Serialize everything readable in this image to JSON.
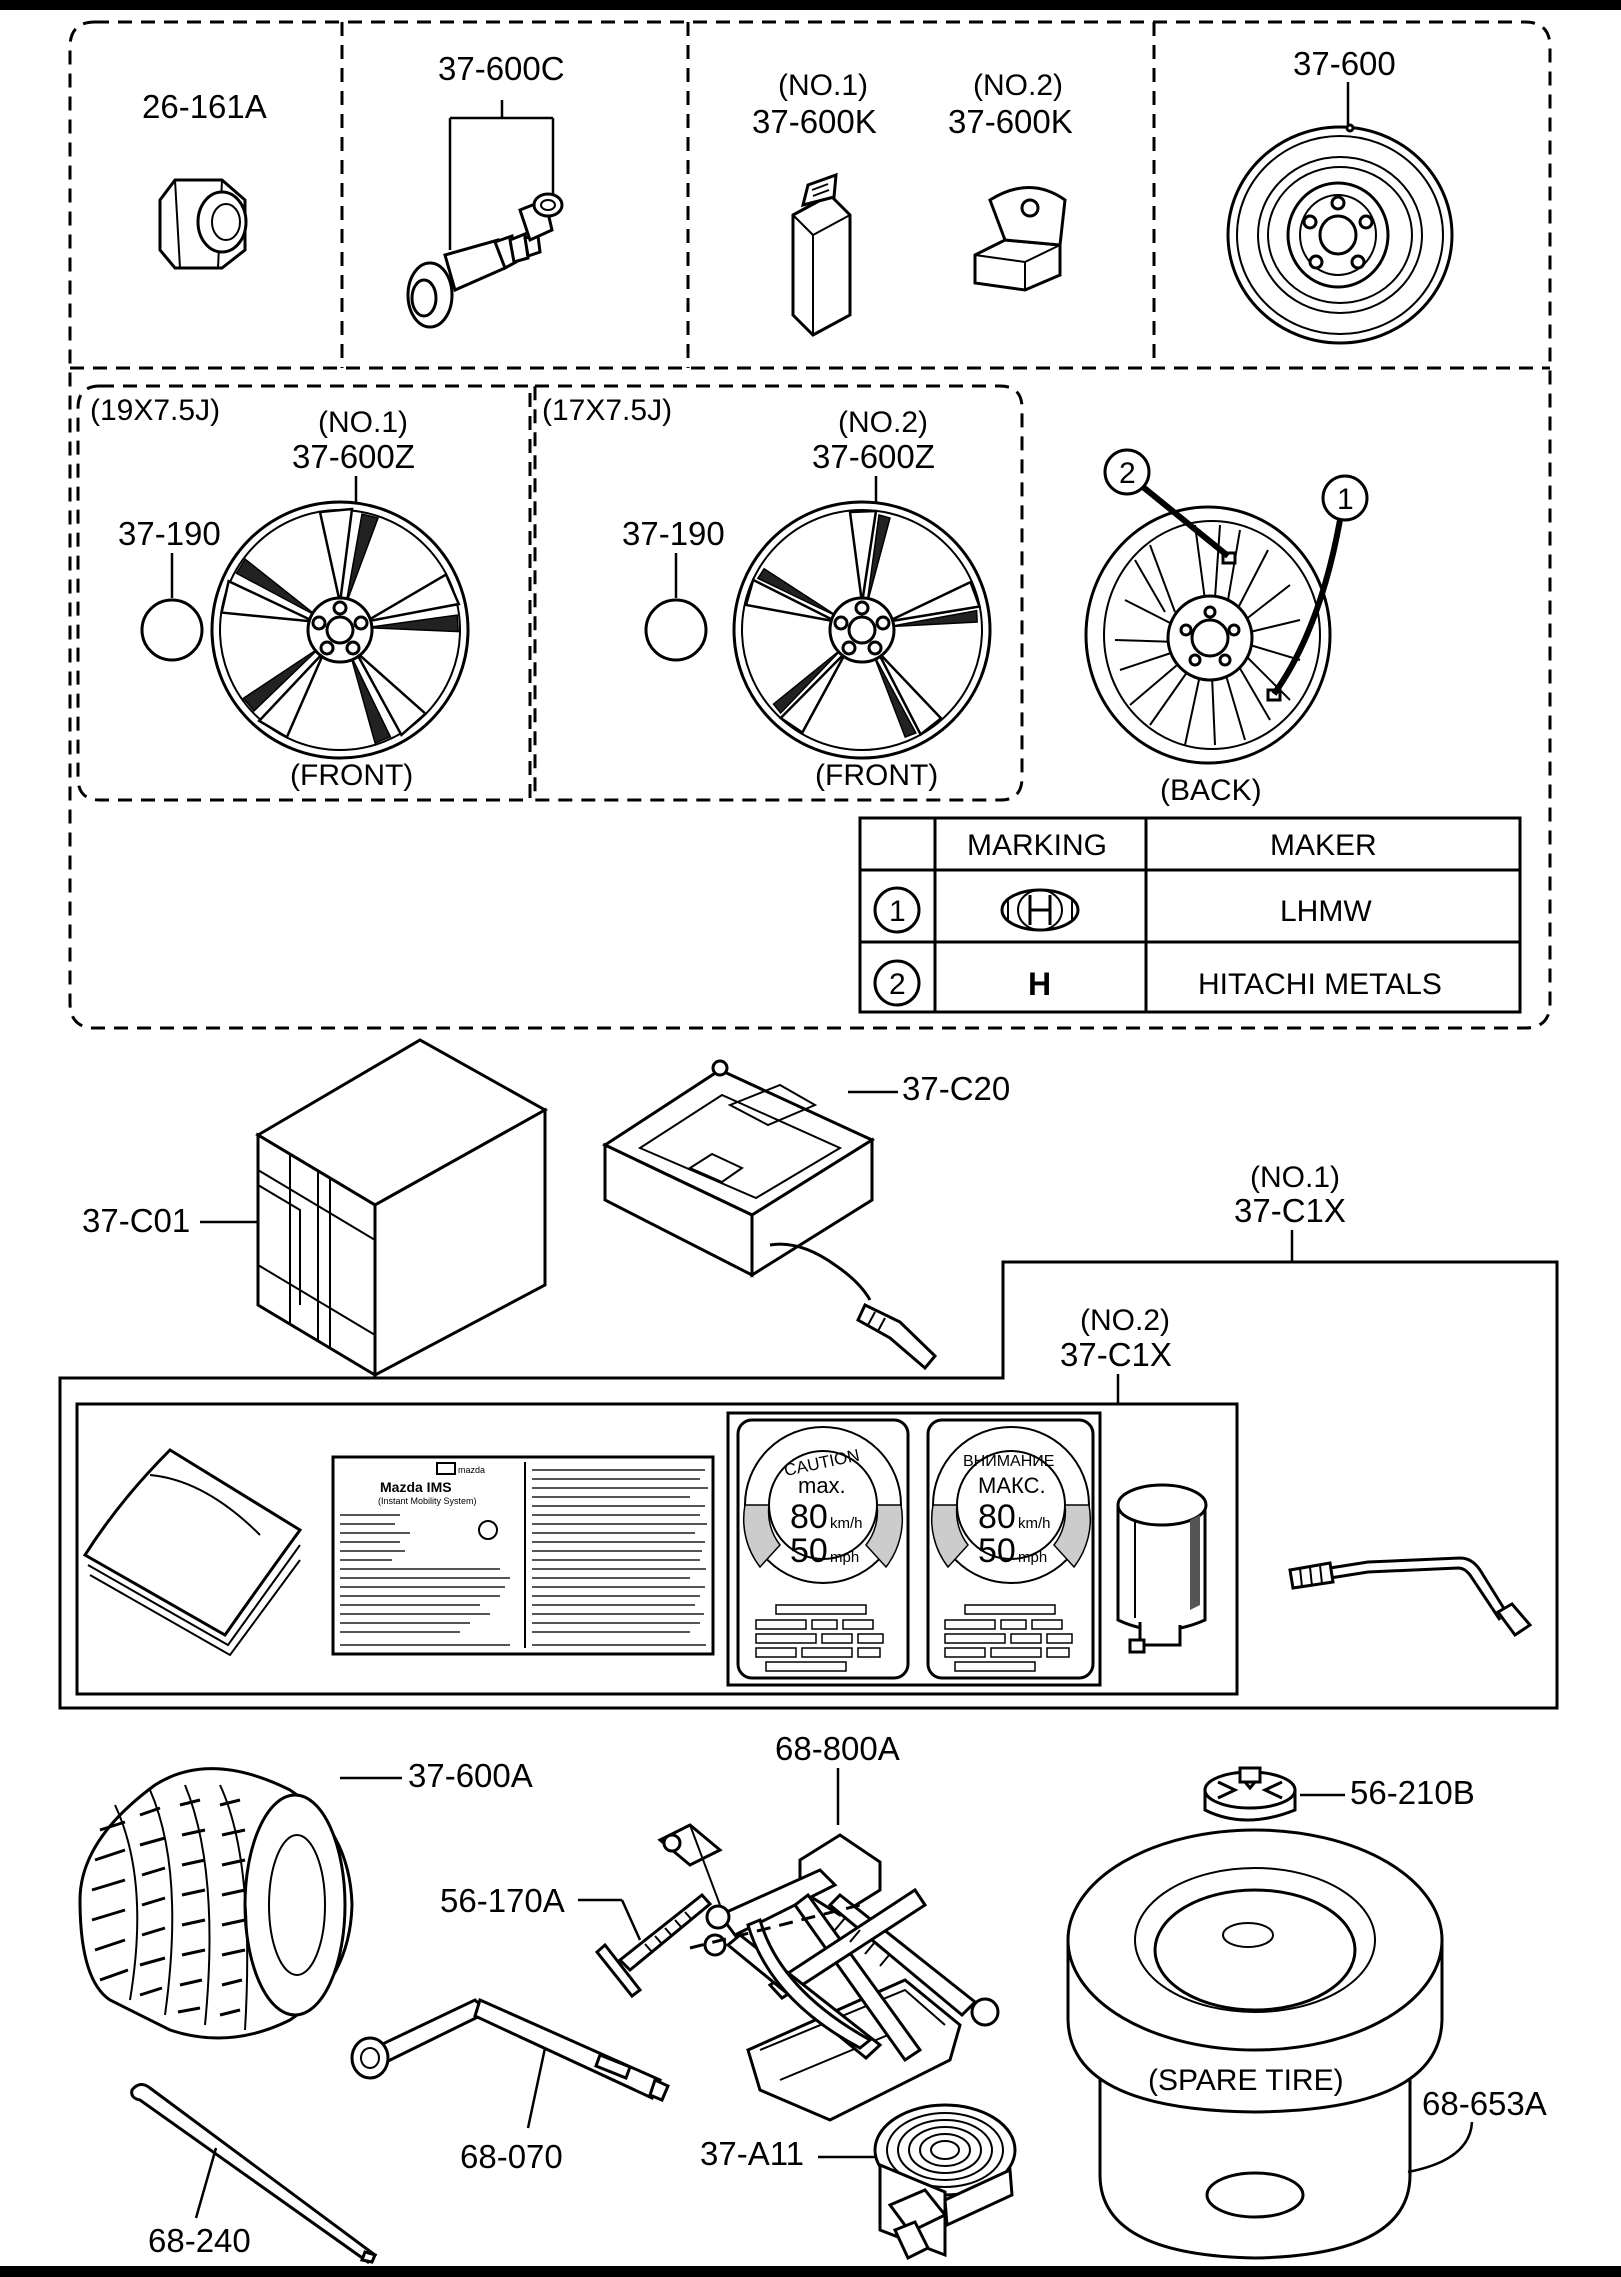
{
  "labels": {
    "p26_161a": "26-161A",
    "p37_600c": "37-600C",
    "no1": "(NO.1)",
    "no2": "(NO.2)",
    "p37_600k": "37-600K",
    "p37_600": "37-600",
    "size_19": "(19X7.5J)",
    "size_17": "(17X7.5J)",
    "p37_600z": "37-600Z",
    "p37_190": "37-190",
    "front": "(FRONT)",
    "back": "(BACK)",
    "p37_c01": "37-C01",
    "p37_c20": "37-C20",
    "p37_c1x": "37-C1X",
    "p37_600a": "37-600A",
    "p68_800a": "68-800A",
    "p56_210b": "56-210B",
    "p56_170a": "56-170A",
    "p68_070": "68-070",
    "p37_a11": "37-A11",
    "p68_240": "68-240",
    "spare_tire": "(SPARE TIRE)",
    "p68_653a": "68-653A",
    "callout_1": "1",
    "callout_2": "2"
  },
  "maker_table": {
    "headers": [
      "",
      "MARKING",
      "MAKER"
    ],
    "rows": [
      {
        "no": "1",
        "marking": "",
        "maker": "LHMW"
      },
      {
        "no": "2",
        "marking": "H",
        "maker": "HITACHI METALS"
      }
    ]
  },
  "labels_small": {
    "caution_title": "CAUTION",
    "caution_max": "max.",
    "ru_title": "ВНИМАНИЕ",
    "ru_max": "МАКС.",
    "speed_kmh": "80",
    "unit_kmh": "km/h",
    "speed_mph": "50",
    "unit_mph": "mph",
    "manual_brand": "mazda",
    "manual_title": "Mazda  IMS",
    "manual_subtitle": "(Instant Mobility System)"
  }
}
